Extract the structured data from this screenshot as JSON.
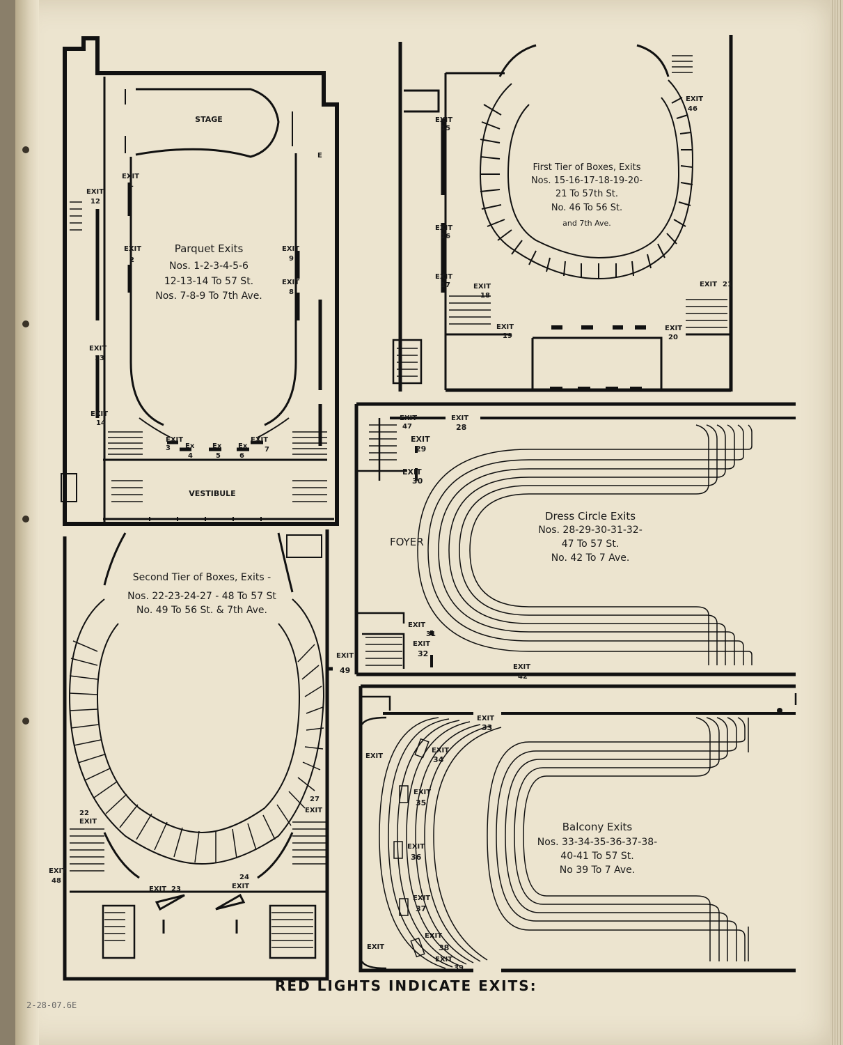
{
  "labels": {
    "stage": "STAGE",
    "vestibule": "VESTIBULE",
    "foyer": "FOYER"
  },
  "sections": {
    "parquet": {
      "title": "Parquet Exits",
      "line1": "Nos. 1-2-3-4-5-6",
      "line2": "12-13-14 To 57 St.",
      "line3": "Nos. 7-8-9 To 7th Ave."
    },
    "first_tier": {
      "title": "First Tier of Boxes, Exits",
      "line1": "Nos. 15-16-17-18-19-20-",
      "line2": "21 To 57th St.",
      "line3": "No. 46 To 56 St.",
      "line4": "and 7th Ave."
    },
    "second_tier": {
      "title": "Second Tier of Boxes, Exits -",
      "line1": "Nos. 22-23-24-27 - 48 To 57 St",
      "line2": "No. 49 To 56 St. & 7th Ave."
    },
    "dress_circle": {
      "title": "Dress Circle Exits",
      "line1": "Nos. 28-29-30-31-32-",
      "line2": "47 To 57 St.",
      "line3": "No. 42 To 7 Ave."
    },
    "balcony": {
      "title": "Balcony Exits",
      "line1": "Nos. 33-34-35-36-37-38-",
      "line2": "40-41 To 57 St.",
      "line3": "No 39 To 7 Ave."
    }
  },
  "exits": {
    "exit_word": "EXIT",
    "ex_word": "Ex",
    "e_word": "E",
    "n1": "1",
    "n2": "2",
    "n3": "3",
    "n4": "4",
    "n5": "5",
    "n6": "6",
    "n7": "7",
    "n8": "8",
    "n9": "9",
    "n12": "12",
    "n13": "13",
    "n14": "14",
    "n15": "15",
    "n16": "16",
    "n17": "17",
    "n18": "18",
    "n19": "19",
    "n20": "20",
    "n21": "21",
    "n22": "22",
    "n23": "23",
    "n24": "24",
    "n27": "27",
    "n28": "28",
    "n29": "29",
    "n30": "30",
    "n31": "31",
    "n32": "32",
    "n33": "33",
    "n34": "34",
    "n35": "35",
    "n36": "36",
    "n37": "37",
    "n38": "38",
    "n39": "39",
    "n42": "42",
    "n46": "46",
    "n47": "47",
    "n48": "48",
    "n49": "49"
  },
  "footer": "RED LIGHTS INDICATE EXITS:",
  "pencil_note": "2-28-07.6E"
}
